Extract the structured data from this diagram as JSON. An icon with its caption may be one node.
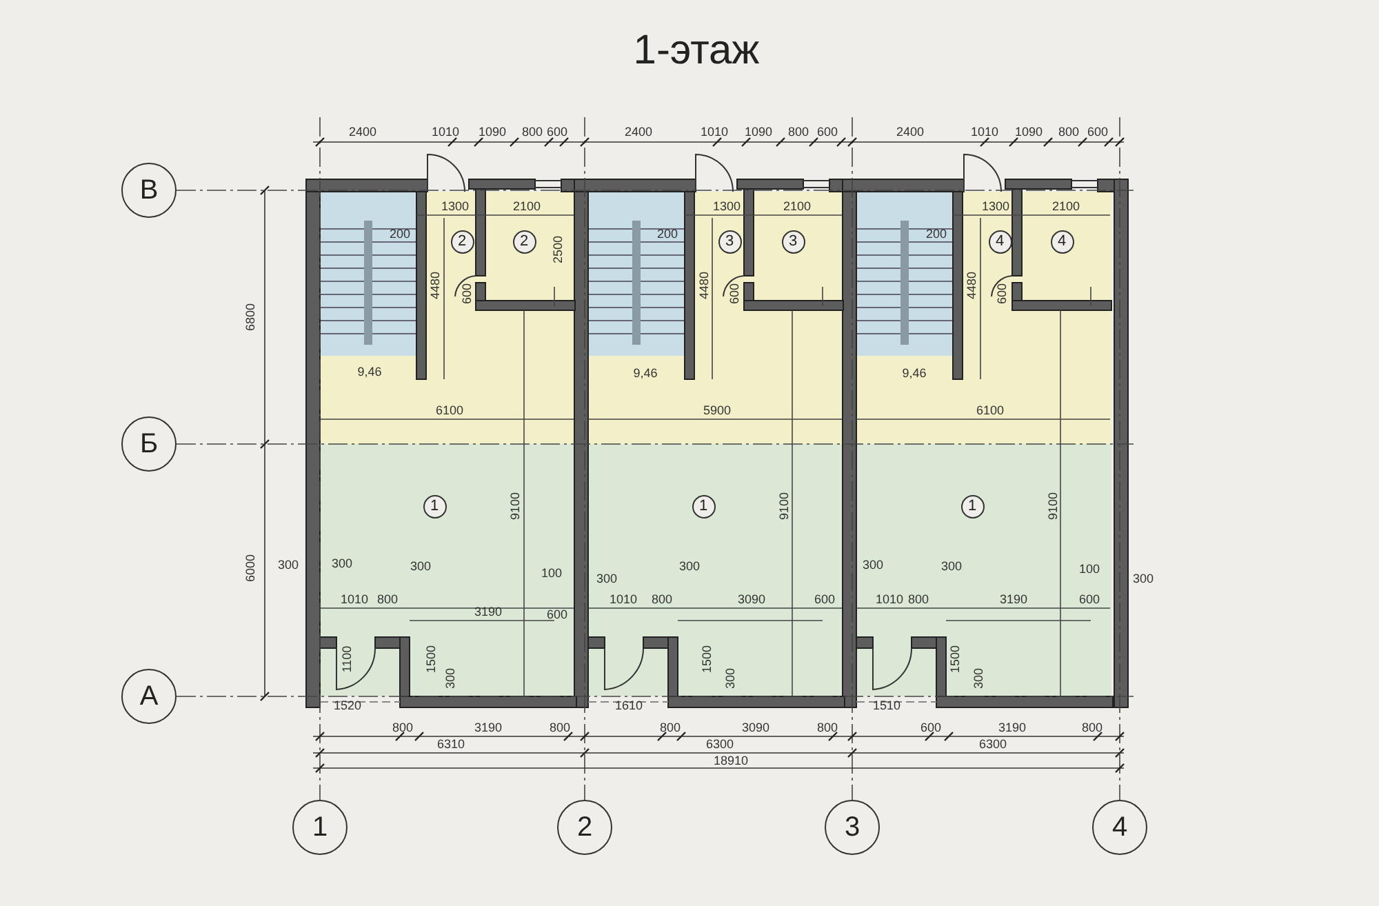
{
  "diagram": {
    "title": "1-этаж",
    "nodes": [
      {
        "text": [
          "В"
        ]
      },
      {
        "text": [
          "2"
        ]
      },
      {
        "text": [
          "2"
        ]
      },
      {
        "text": [
          "3"
        ]
      },
      {
        "text": [
          "3"
        ]
      },
      {
        "text": [
          "4"
        ]
      },
      {
        "text": [
          "4"
        ]
      },
      {
        "text": [
          "Б"
        ]
      },
      {
        "text": [
          "1"
        ]
      },
      {
        "text": [
          "1"
        ]
      },
      {
        "text": [
          "1"
        ]
      },
      {
        "text": [
          "А"
        ]
      },
      {
        "text": [
          "1"
        ]
      },
      {
        "text": [
          "2"
        ]
      },
      {
        "text": [
          "3"
        ]
      },
      {
        "text": [
          "4"
        ]
      }
    ],
    "edges": [],
    "labels": [
      "2400",
      "1010",
      "1090",
      "800",
      "600",
      "2400",
      "1010",
      "1090",
      "800",
      "600",
      "2400",
      "1010",
      "1090",
      "800",
      "600",
      "6800",
      "6000",
      "1300",
      "2100",
      "200",
      "2500",
      "4480",
      "600",
      "9,46",
      "6100",
      "1300",
      "2100",
      "200",
      "4480",
      "600",
      "9,46",
      "5900",
      "1300",
      "2100",
      "200",
      "4480",
      "600",
      "9,46",
      "6100",
      "9100",
      "9100",
      "9100",
      "300",
      "300",
      "300",
      "100",
      "1010",
      "800",
      "3190",
      "600",
      "1100",
      "1500",
      "300",
      "1520",
      "800",
      "3190",
      "800",
      "300",
      "300",
      "1010",
      "800",
      "3090",
      "600",
      "1500",
      "300",
      "1610",
      "800",
      "3090",
      "800",
      "300",
      "300",
      "100",
      "300",
      "1010",
      "800",
      "3190",
      "600",
      "1500",
      "300",
      "1510",
      "600",
      "3190",
      "800",
      "6310",
      "6300",
      "6300",
      "18910"
    ]
  }
}
